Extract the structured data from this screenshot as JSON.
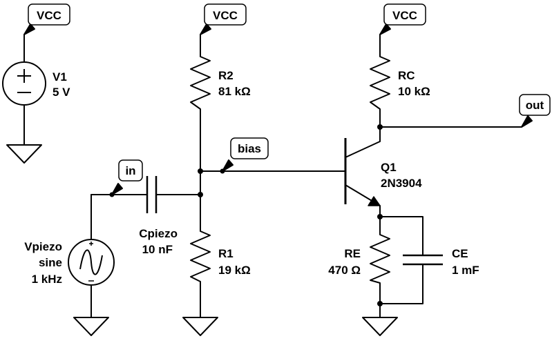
{
  "net_labels": {
    "vcc_v1": "VCC",
    "vcc_r2": "VCC",
    "vcc_rc": "VCC",
    "in": "in",
    "bias": "bias",
    "out": "out"
  },
  "components": {
    "v1": {
      "name": "V1",
      "value": "5 V"
    },
    "r2": {
      "name": "R2",
      "value": "81 kΩ"
    },
    "rc": {
      "name": "RC",
      "value": "10 kΩ"
    },
    "q1": {
      "name": "Q1",
      "value": "2N3904"
    },
    "cpiezo": {
      "name": "Cpiezo",
      "value": "10 nF"
    },
    "r1": {
      "name": "R1",
      "value": "19 kΩ"
    },
    "re": {
      "name": "RE",
      "value": "470 Ω"
    },
    "ce": {
      "name": "CE",
      "value": "1 mF"
    },
    "vpiezo": {
      "name": "Vpiezo",
      "type": "sine",
      "freq": "1 kHz"
    }
  }
}
